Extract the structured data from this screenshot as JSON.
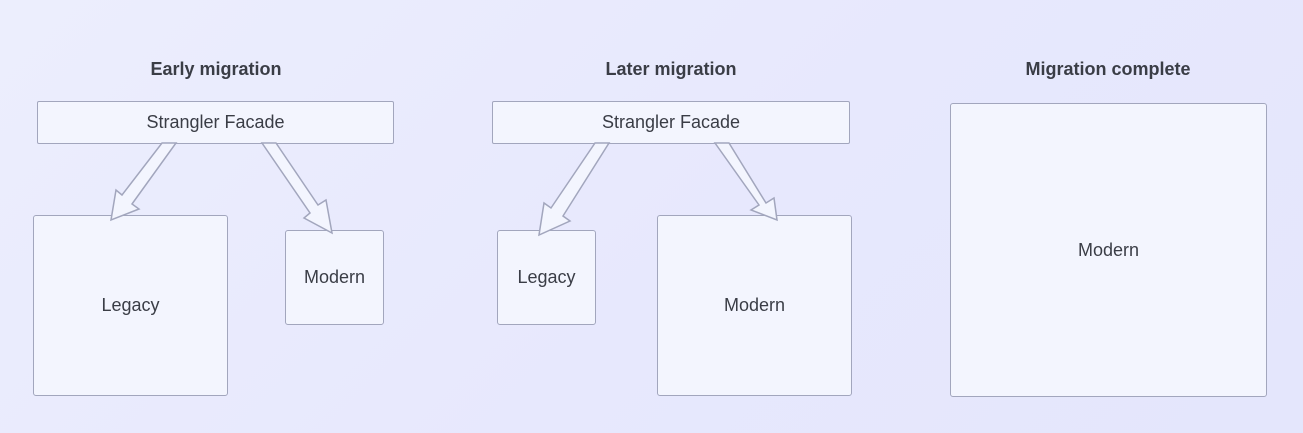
{
  "colors": {
    "background": "#e8e9fd",
    "box_fill": "#f3f5fe",
    "box_border": "#a2a6bd",
    "text": "#3a3d46"
  },
  "panels": [
    {
      "title": "Early migration",
      "facade_label": "Strangler Facade",
      "legacy_label": "Legacy",
      "modern_label": "Modern"
    },
    {
      "title": "Later migration",
      "facade_label": "Strangler Facade",
      "legacy_label": "Legacy",
      "modern_label": "Modern"
    },
    {
      "title": "Migration complete",
      "modern_label": "Modern"
    }
  ]
}
